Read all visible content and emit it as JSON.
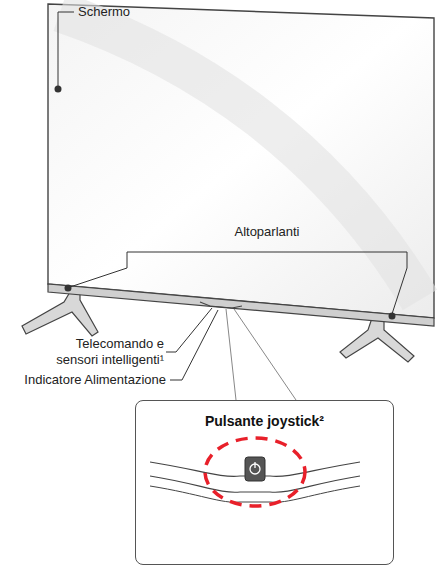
{
  "diagram": {
    "nodes": [
      {
        "text": [
          "Pulsante joystick²"
        ]
      }
    ],
    "labels": [
      "Schermo",
      "Altoparlanti",
      "Telecomando e sensori intelligenti¹",
      "Indicatore Alimentazione"
    ]
  }
}
